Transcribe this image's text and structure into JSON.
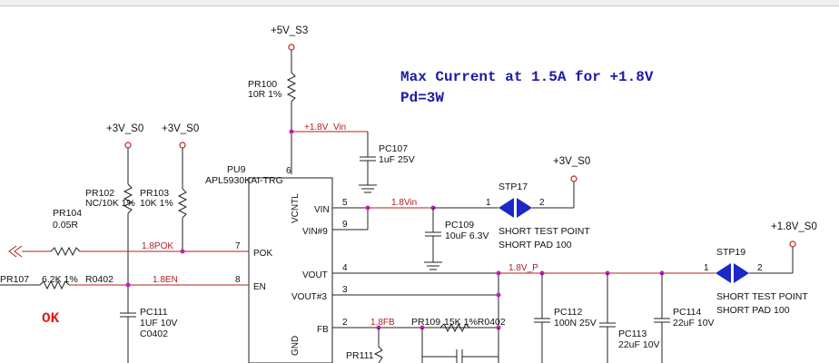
{
  "note": {
    "line1": "Max Current at 1.5A for +1.8V",
    "line2": "Pd=3W"
  },
  "ok_mark": "OK",
  "power_nets": {
    "p5v_s3": "+5V_S3",
    "p3v_s0_a": "+3V_S0",
    "p3v_s0_b": "+3V_S0",
    "p3v_s0_c": "+3V_S0",
    "p1v8_s0": "+1.8V_S0"
  },
  "ic": {
    "ref": "PU9",
    "part": "APL5930KAI-TRG",
    "pins": {
      "vctl": "VCNTL",
      "vin": "VIN",
      "vin9": "VIN#9",
      "pok": "POK",
      "en": "EN",
      "vout": "VOUT",
      "vout3": "VOUT#3",
      "fb": "FB",
      "gnd": "GND"
    },
    "pin_numbers": {
      "vctl": "6",
      "vin": "5",
      "vin9": "9",
      "pok": "7",
      "en": "8",
      "vout": "4",
      "vout3": "3",
      "fb": "2"
    }
  },
  "nets": {
    "p1v8_vin_top": "+1.8V_Vin",
    "vin_1v8": "1.8Vin",
    "pok_1v8": "1.8POK",
    "en_1v8": "1.8EN",
    "vout_1v8": "1.8V_P",
    "fb_1v8": "1.8FB"
  },
  "components": {
    "pr100": {
      "ref": "PR100",
      "value": "10R 1%"
    },
    "pr102": {
      "ref": "PR102",
      "value": "NC/10K 1%"
    },
    "pr103": {
      "ref": "PR103",
      "value": "10K 1%"
    },
    "pr104": {
      "ref": "PR104",
      "value": "0.05R"
    },
    "pr107": {
      "ref": "PR107",
      "value": "6.2K 1%",
      "pkg": "R0402"
    },
    "pr109": {
      "ref": "PR109",
      "value": "15K 1%R0402"
    },
    "pr111": {
      "ref": "PR111"
    },
    "pc107": {
      "ref": "PC107",
      "value": "1uF 25V"
    },
    "pc109": {
      "ref": "PC109",
      "value": "10uF 6.3V"
    },
    "pc111": {
      "ref": "PC111",
      "value": "1UF 10V",
      "pkg": "C0402"
    },
    "pc112": {
      "ref": "PC112",
      "value": "100N 25V"
    },
    "pc113": {
      "ref": "PC113",
      "value": "22uF 10V"
    },
    "pc114": {
      "ref": "PC114",
      "value": "22uF 10V"
    }
  },
  "test_points": {
    "stp17": {
      "ref": "STP17",
      "line1": "SHORT TEST POINT",
      "line2": "SHORT PAD 100",
      "pin1": "1",
      "pin2": "2"
    },
    "stp19": {
      "ref": "STP19",
      "line1": "SHORT TEST POINT",
      "line2": "SHORT PAD 100",
      "pin1": "1",
      "pin2": "2"
    }
  },
  "colors": {
    "wire": "#222222",
    "net_label": "#b02020",
    "note": "#1a1aa6",
    "junction": "#c020c0",
    "tp_fill": "#1a28c8",
    "ok": "#e0201a"
  }
}
